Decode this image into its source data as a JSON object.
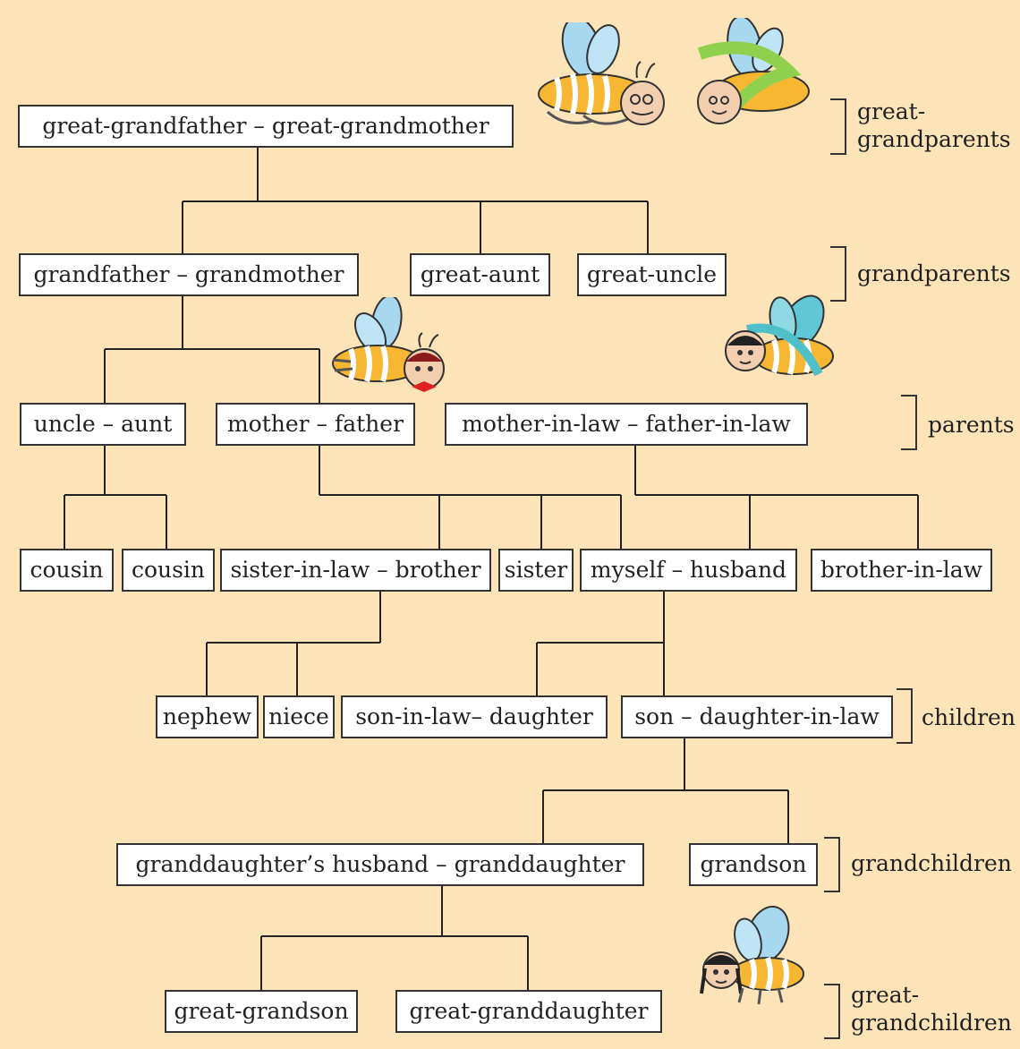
{
  "nodes": {
    "great_grandparents": "great-grandfather  –  great-grandmother",
    "grandparents": "grandfather – grandmother",
    "great_aunt": "great-aunt",
    "great_uncle": "great-uncle",
    "uncle_aunt": "uncle – aunt",
    "mother_father": "mother – father",
    "in_laws": "mother-in-law – father-in-law",
    "cousin_1": "cousin",
    "cousin_2": "cousin",
    "sister_in_law_brother": "sister-in-law – brother",
    "sister": "sister",
    "myself_husband": "myself – husband",
    "brother_in_law": "brother-in-law",
    "nephew": "nephew",
    "niece": "niece",
    "son_in_law_daughter": "son-in-law– daughter",
    "son_daughter_in_law": "son – daughter-in-law",
    "granddaughter_couple": "granddaughter’s husband – granddaughter",
    "grandson": "grandson",
    "great_grandson": "great-grandson",
    "great_granddaughter": "great-granddaughter"
  },
  "generations": {
    "great_grandparents": "great-\ngrandparents",
    "grandparents": "grandparents",
    "parents": "parents",
    "children": "children",
    "grandchildren": "grandchildren",
    "great_grandchildren": "great-\ngrandchildren"
  },
  "illustrations": [
    "bee-grandfather-icon",
    "bee-grandmother-icon",
    "bee-boy-icon",
    "bee-girl-icon",
    "bee-child-icon"
  ],
  "colors": {
    "background": "#fde3b8",
    "box": "#ffffff",
    "line": "#222222"
  }
}
